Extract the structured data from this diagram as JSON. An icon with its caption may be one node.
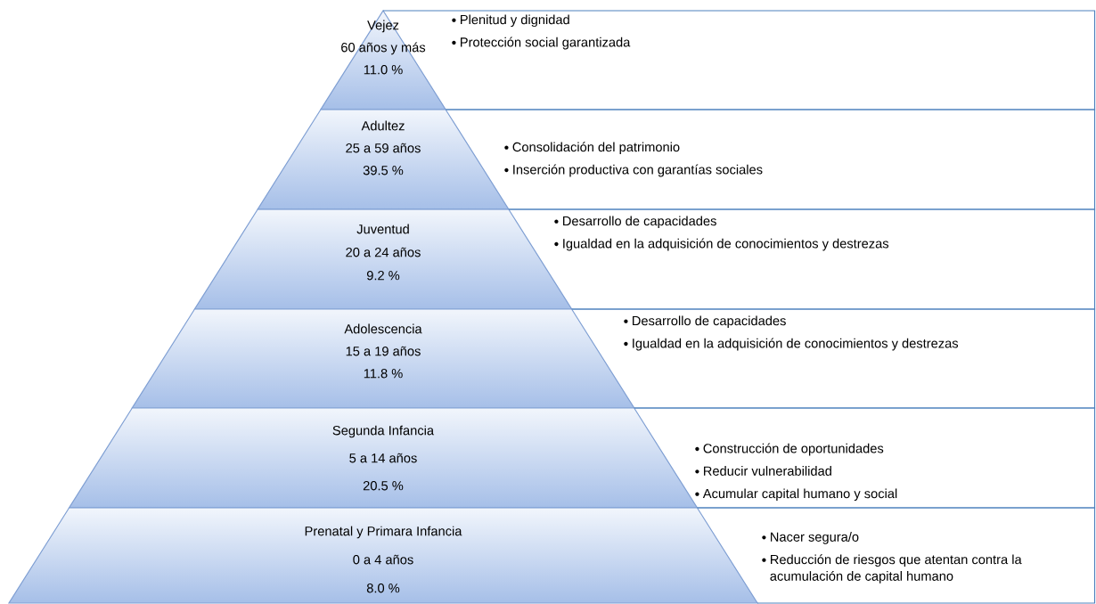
{
  "diagram": {
    "nodes": [
      {
        "text": [
          "Vejez",
          "60 años y más",
          "11.0 %"
        ]
      },
      {
        "text": [
          "Plenitud y dignidad",
          "Protección social garantizada"
        ]
      },
      {
        "text": [
          "Adultez",
          "25 a 59 años",
          "39.5 %"
        ]
      },
      {
        "text": [
          "Consolidación del patrimonio",
          "Inserción productiva con garantías sociales"
        ]
      },
      {
        "text": [
          "Juventud",
          "20 a 24 años",
          "9.2 %"
        ]
      },
      {
        "text": [
          "Desarrollo de capacidades",
          "Igualdad en la adquisición de conocimientos y destrezas"
        ]
      },
      {
        "text": [
          "Adolescencia",
          "15 a 19 años",
          "11.8 %"
        ]
      },
      {
        "text": [
          "Desarrollo de capacidades",
          "Igualdad en la adquisición de conocimientos y destrezas"
        ]
      },
      {
        "text": [
          "Segunda Infancia",
          "5 a 14 años",
          "20.5 %"
        ]
      },
      {
        "text": [
          "Construcción de oportunidades",
          "Reducir vulnerabilidad",
          "Acumular capital humano y social"
        ]
      },
      {
        "text": [
          "Prenatal y Primara Infancia",
          "0 a 4 años",
          "8.0 %"
        ]
      },
      {
        "text": [
          "Nacer segura/o",
          "Reducción de riesgos que atentan contra la acumulación de capital humano"
        ]
      }
    ]
  }
}
